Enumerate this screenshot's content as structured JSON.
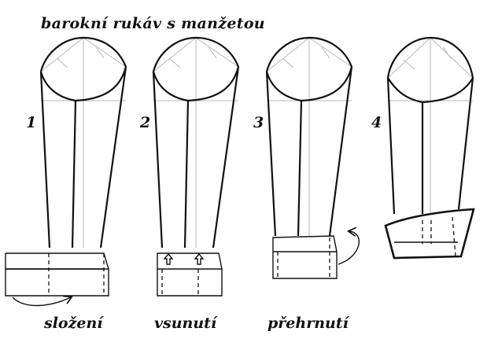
{
  "title": "barokní rukáv s manžetou",
  "steps": [
    {
      "number": "1",
      "caption": "složení"
    },
    {
      "number": "2",
      "caption": "vsunutí"
    },
    {
      "number": "3",
      "caption": "přehrnutí"
    },
    {
      "number": "4",
      "caption": ""
    }
  ]
}
